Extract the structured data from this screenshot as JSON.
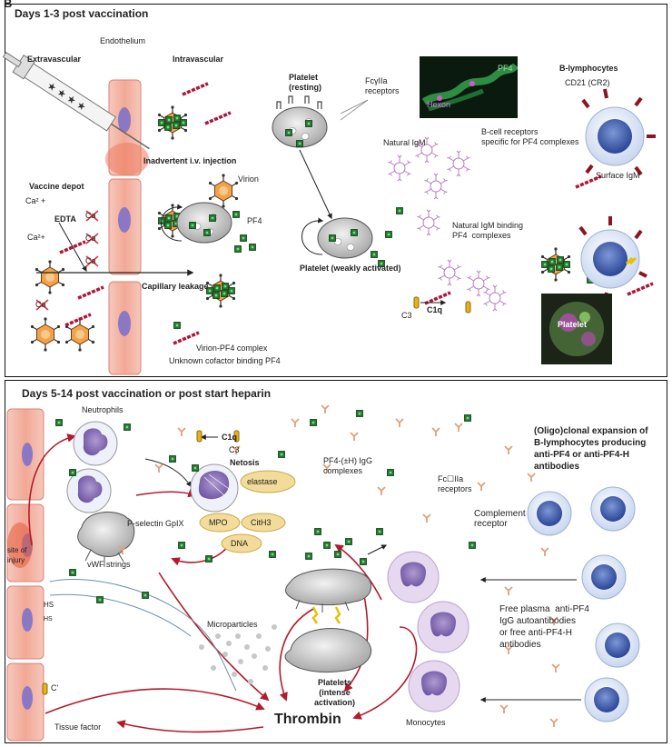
{
  "panel_letter": "B",
  "top": {
    "title": "Days 1-3 post vaccination",
    "labels": {
      "extravascular": "Extravascular",
      "endothelium": "Endothelium",
      "intravascular": "Intravascular",
      "platelet_resting": "Platelet\n(resting)",
      "fc_receptors": "FcγIIa\nreceptors",
      "b_lymphocytes": "B-lymphocytes",
      "cd21": "CD21  (CR2)",
      "micro_pf4": "PF4",
      "micro_hexon": "Hexon",
      "natural_igm": "Natural IgM",
      "bcell_receptors": "B-cell receptors\nspecific for PF4 complexes",
      "surface_igm": "Surface  IgM",
      "vaccine_depot": "Vaccine depot",
      "ca1": "Ca² +",
      "ca2": "Ca²+",
      "edta": "EDTA",
      "ca_x1": "Ca",
      "ca_x2": "Ca",
      "ca_x3": "Ca",
      "ca_x4": "Ca",
      "inadvertent": "Inadvertent i.v. injection",
      "virion": "Virion",
      "pf4": "PF4",
      "natural_igm_binding": "Natural IgM binding\nPF4  complexes",
      "platelet_weak": "Platelet  (weakly activated)",
      "capillary_leakage": "Capillary leakage",
      "c3": "C3",
      "c1q": "C1q",
      "micro_platelet": "Platelet",
      "virion_pf4": "Virion-PF4 complex",
      "unknown_cofactor": "Unknown cofactor binding PF4"
    }
  },
  "bottom": {
    "title": "Days 5-14 post vaccination or post start heparin",
    "labels": {
      "neutrophils": "Neutrophils",
      "c1q": "C1q",
      "c3": "C3",
      "netosis": "Netosis",
      "elastase": "elastase",
      "mpo": "MPO",
      "cith3": "CitH3",
      "dna": "DNA",
      "pselectin": "P-selectin GpIX",
      "site_of_injury": "site of\ninjury",
      "vwf": "vWF strings",
      "hs": "HS",
      "hs2": "HS",
      "pf4_igg": "PF4-(±H) IgG\ncomplexes",
      "fc_receptors": "Fc☐IIa\nreceptors",
      "complement_receptor": "Complement\nreceptor",
      "oligoclonal": "(Oligo)clonal expansion of\nB-lymphocytes producing\nanti-PF4 or anti-PF4-H\nantibodies",
      "microparticles": "Microparticles",
      "free_plasma": "Free plasma  anti-PF4\nIgG autoantibodies\nor free anti-PF4-H\nantibodies",
      "platelets_intense": "Platelets\n(intense\nactivation)",
      "monocytes": "Monocytes",
      "c_prime": "C'",
      "tissue_factor": "Tissue factor",
      "thrombin": "Thrombin"
    }
  },
  "colors": {
    "endothelium": "#f4b6a8",
    "pf4_green": "#1f7a2e",
    "heparin_red": "#b0153a",
    "arrow_red": "#b31b2b",
    "platelet_gray": "#c9c9c9",
    "lymph_blue": "#3f5fb0",
    "monocyte_lilac": "#d8c7e6",
    "netosis_yellow": "#f3dc9a"
  }
}
